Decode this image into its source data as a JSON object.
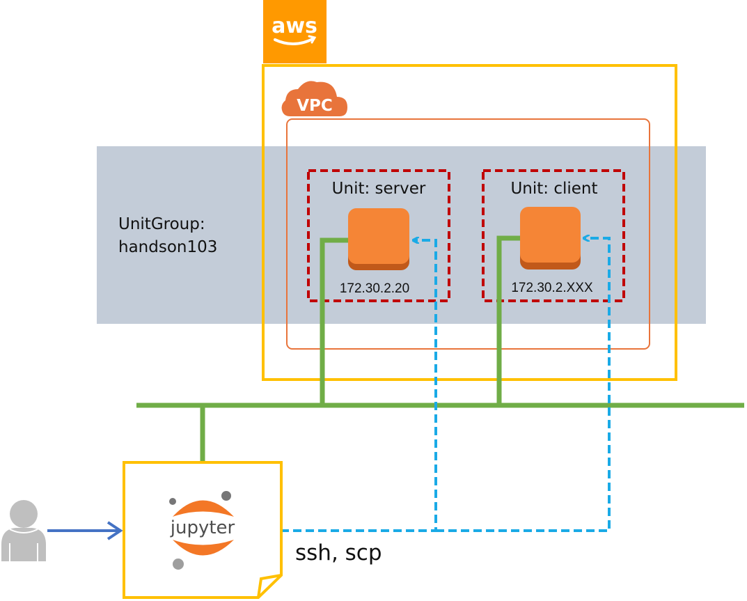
{
  "aws": {
    "logo_text": "aws",
    "color": "#ff9900"
  },
  "vpc": {
    "label": "VPC",
    "color": "#e8743b"
  },
  "unit_group": {
    "label_line1": "UnitGroup:",
    "label_line2": "handson103"
  },
  "units": [
    {
      "title": "Unit: server",
      "ip": "172.30.2.20"
    },
    {
      "title": "Unit: client",
      "ip": "172.30.2.XXX"
    }
  ],
  "jupyter": {
    "logo_text": "jupyter"
  },
  "connection": {
    "label": "ssh, scp"
  },
  "colors": {
    "aws_frame": "#ffc000",
    "vpc_frame": "#e8743b",
    "unit_border": "#c00000",
    "instance": "#f58536",
    "network": "#70ad47",
    "ssh_line": "#1aaae6",
    "user_arrow": "#4472c4",
    "band": "#c3ccd8"
  }
}
